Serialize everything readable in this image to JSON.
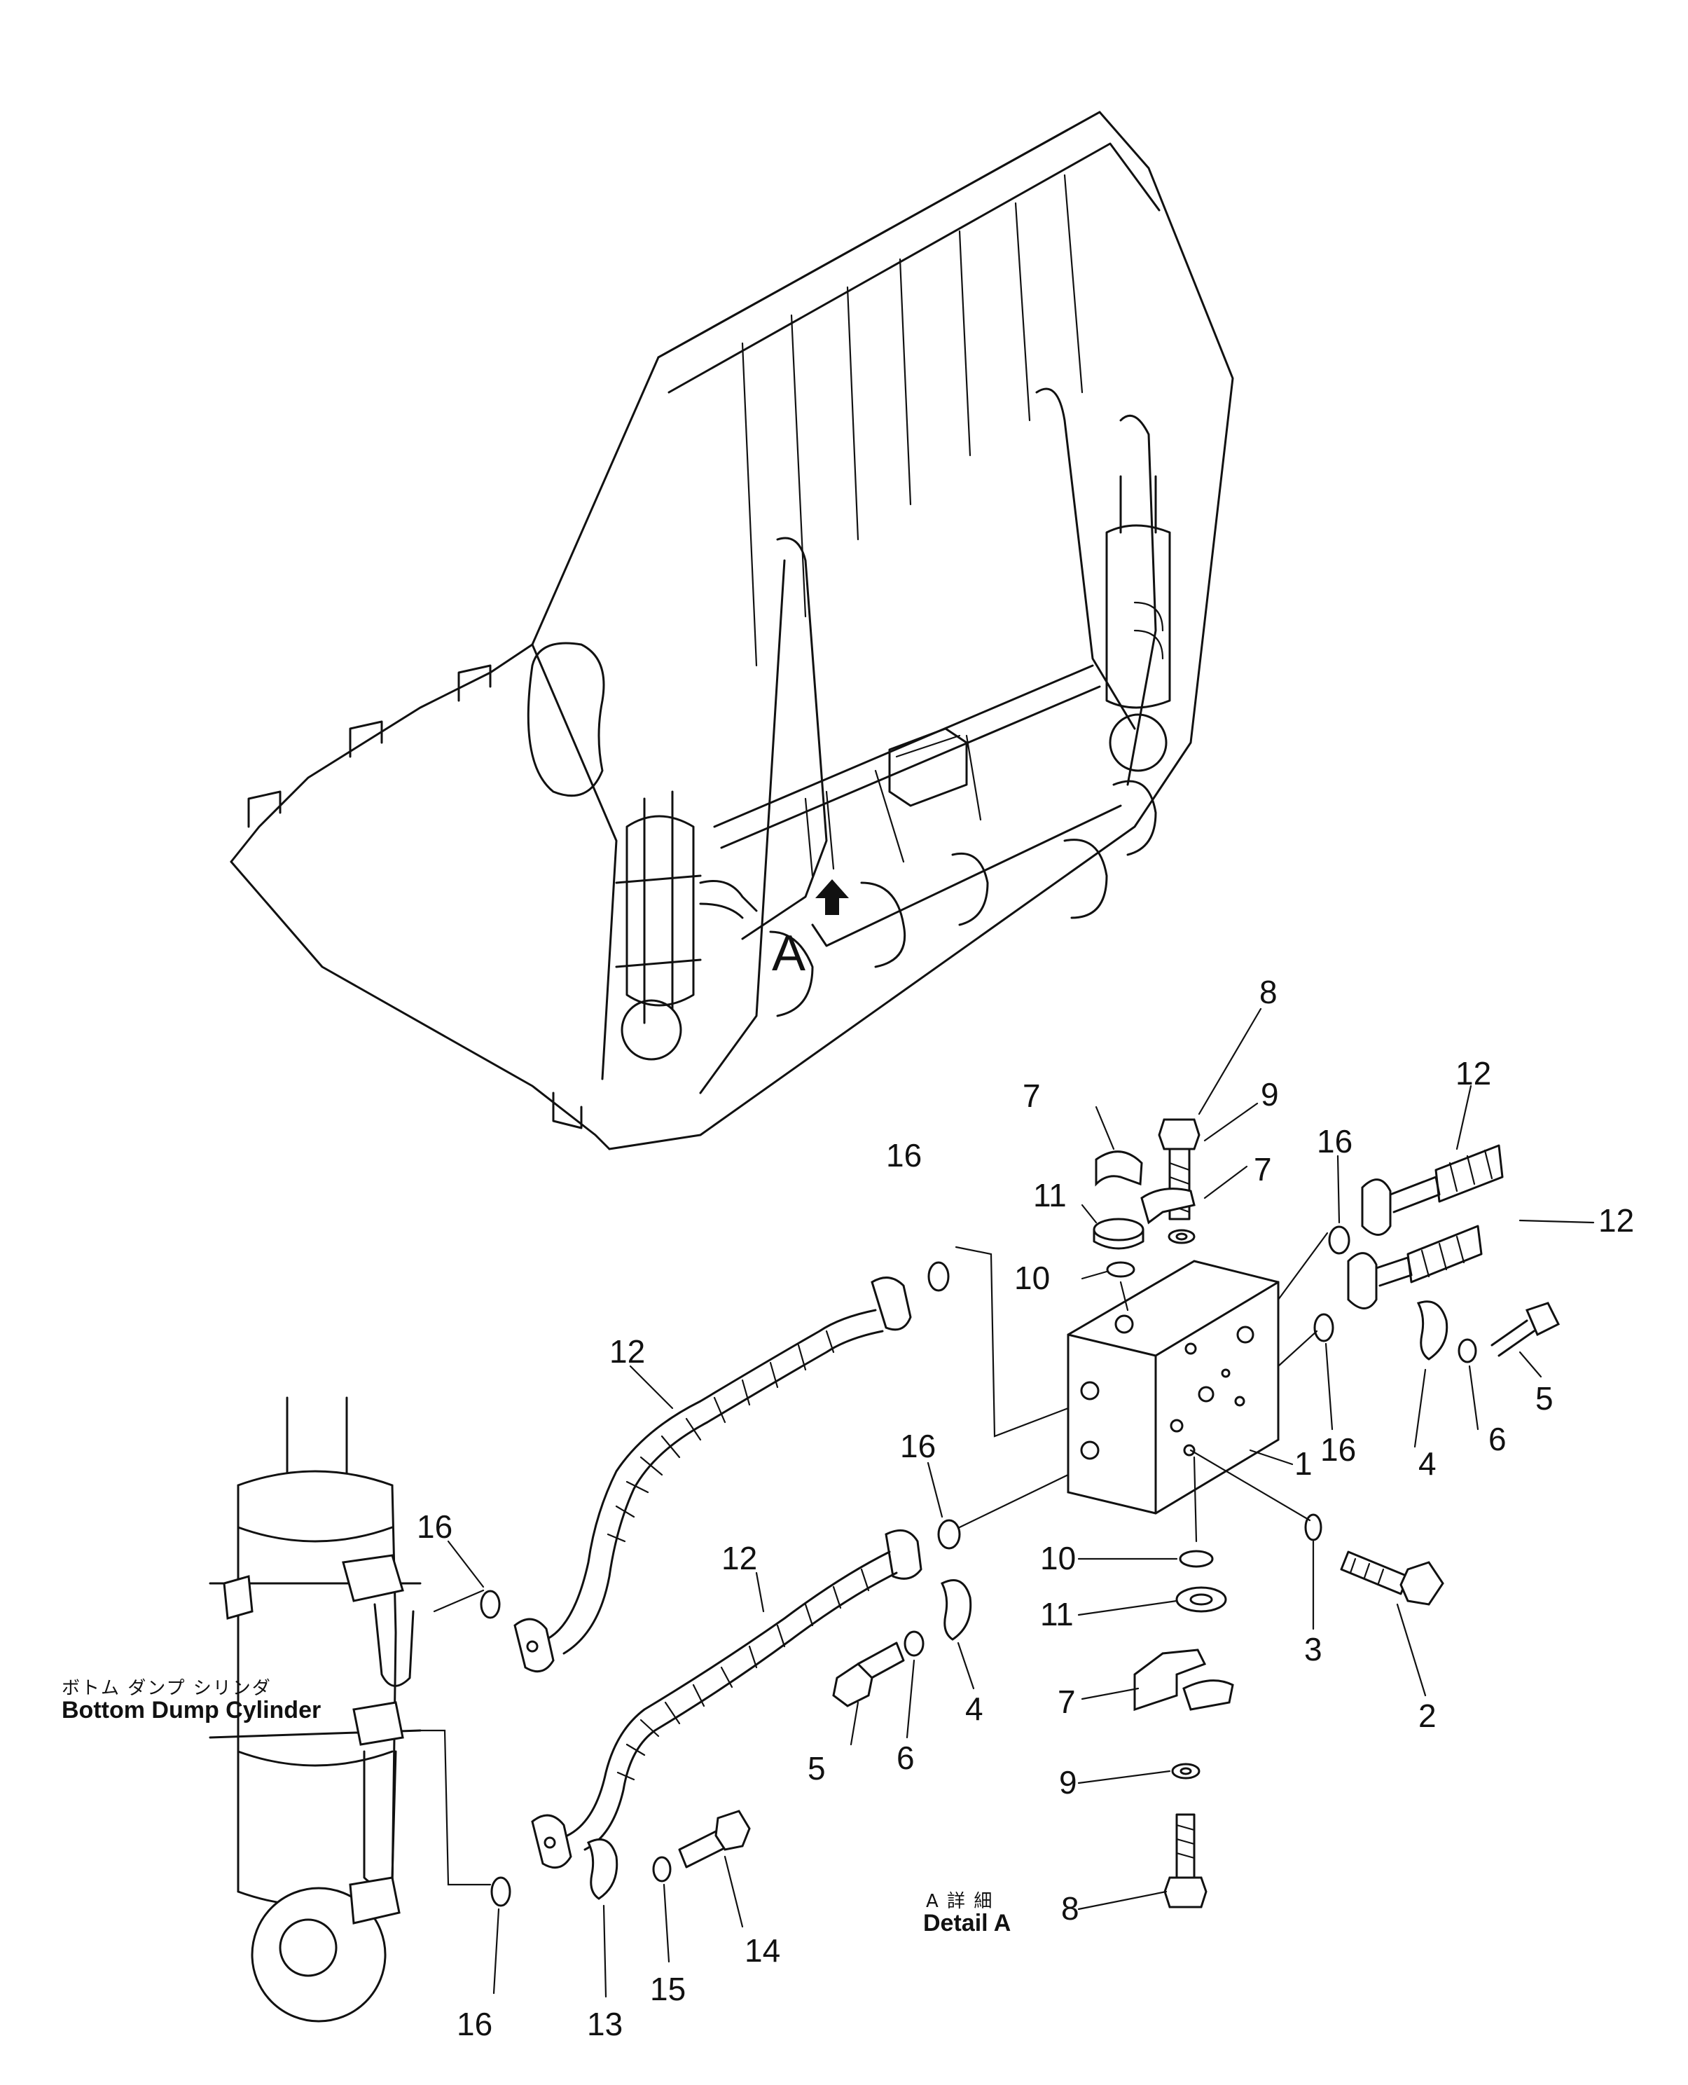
{
  "view_marker": "A",
  "cylinder_label": {
    "jp": "ボトム ダンプ シリンダ",
    "en": "Bottom Dump Cylinder"
  },
  "detail_label": {
    "jp": "A 詳 細",
    "en": "Detail A"
  },
  "callouts": {
    "c1": "1",
    "c2": "2",
    "c3": "3",
    "c4a": "4",
    "c4b": "4",
    "c5a": "5",
    "c5b": "5",
    "c6a": "6",
    "c6b": "6",
    "c7a": "7",
    "c7b": "7",
    "c7c": "7",
    "c8a": "8",
    "c8b": "8",
    "c9a": "9",
    "c9b": "9",
    "c10a": "10",
    "c10b": "10",
    "c11a": "11",
    "c11b": "11",
    "c12a": "12",
    "c12b": "12",
    "c12c": "12",
    "c12d": "12",
    "c13": "13",
    "c14": "14",
    "c15": "15",
    "c16a": "16",
    "c16b": "16",
    "c16c": "16",
    "c16d": "16",
    "c16e": "16",
    "c16f": "16"
  }
}
